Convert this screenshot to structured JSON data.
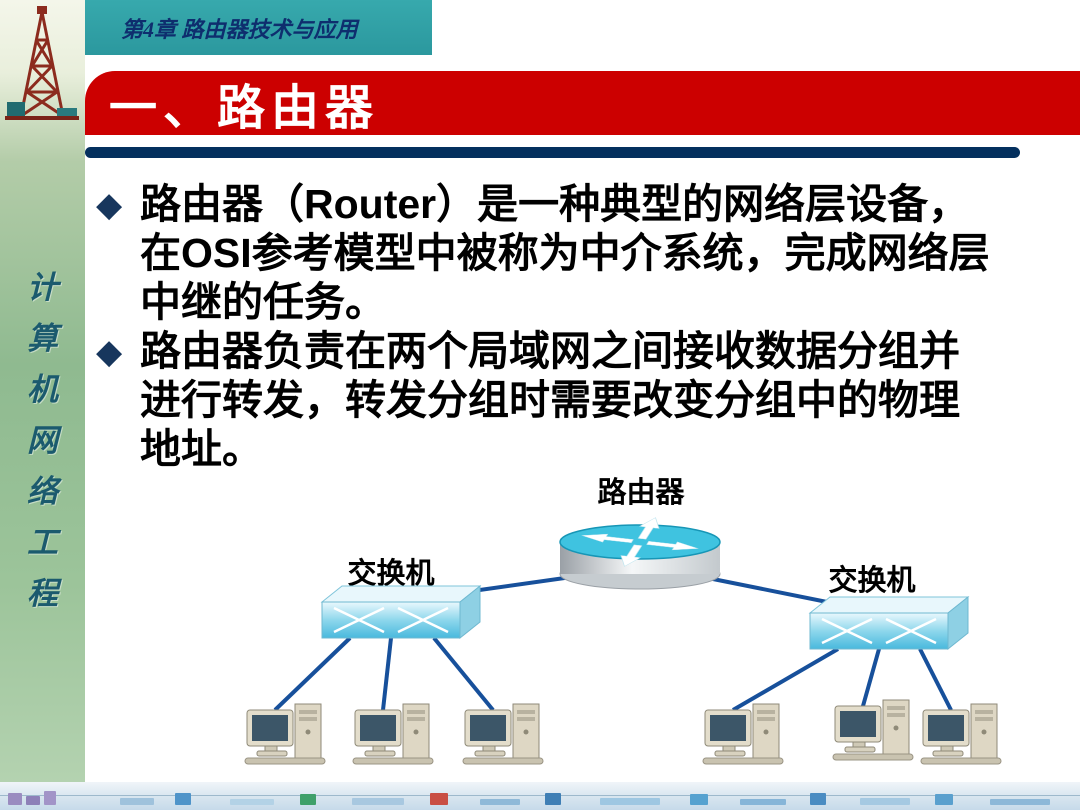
{
  "header": {
    "chapter_label": "第4章 路由器技术与应用",
    "title": "一、路由器"
  },
  "sidebar": {
    "vertical_title": "计算机网络工程",
    "chars": [
      "计",
      "算",
      "机",
      "网",
      "络",
      "工",
      "程"
    ]
  },
  "content": {
    "bullet_marker": "◆",
    "bullets": [
      {
        "lines": [
          "路由器（Router）是一种典型的网络层设备，",
          "在OSI参考模型中被称为中介系统，完成网络层",
          "中继的任务。"
        ]
      },
      {
        "lines": [
          "路由器负责在两个局域网之间接收数据分组并",
          "进行转发，转发分组时需要改变分组中的物理",
          "地址。"
        ]
      }
    ]
  },
  "diagram": {
    "router_label": "路由器",
    "switch_left_label": "交换机",
    "switch_right_label": "交换机"
  },
  "icons": {
    "bullet": "diamond",
    "sidebar_logo": "oil-derrick",
    "router": "cyan-cylinder-with-arrows",
    "switch": "blue-3d-box-with-x-marks",
    "computer": "desktop-pc"
  },
  "colors": {
    "banner_red": "#cc0000",
    "chapter_teal": "#2f9fa4",
    "divider_navy": "#04305e",
    "link_blue": "#17509b",
    "sidebar_green": "#8fba90",
    "router_cyan": "#3fc3e0",
    "bullet_navy": "#17365d"
  }
}
